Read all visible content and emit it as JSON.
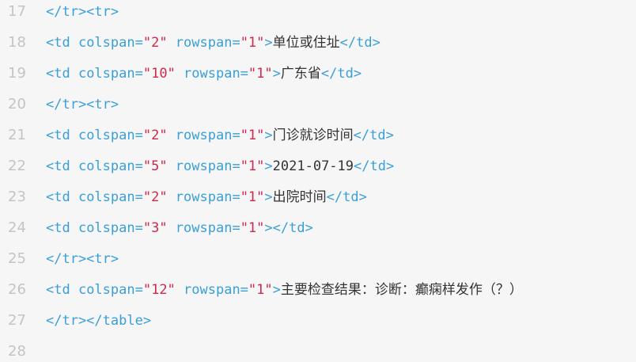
{
  "lines": [
    {
      "num": "17",
      "parts": [
        {
          "t": "tag",
          "s": "</tr><tr>"
        }
      ]
    },
    {
      "num": "18",
      "parts": [
        {
          "t": "tag",
          "s": "<td "
        },
        {
          "t": "attr",
          "s": "colspan="
        },
        {
          "t": "val",
          "s": "\"2\""
        },
        {
          "t": "attr",
          "s": " rowspan="
        },
        {
          "t": "val",
          "s": "\"1\""
        },
        {
          "t": "tag",
          "s": ">"
        },
        {
          "t": "txt-cjk",
          "s": "单位或住址"
        },
        {
          "t": "tag",
          "s": "</td>"
        }
      ]
    },
    {
      "num": "19",
      "parts": [
        {
          "t": "tag",
          "s": "<td "
        },
        {
          "t": "attr",
          "s": "colspan="
        },
        {
          "t": "val",
          "s": "\"10\""
        },
        {
          "t": "attr",
          "s": " rowspan="
        },
        {
          "t": "val",
          "s": "\"1\""
        },
        {
          "t": "tag",
          "s": ">"
        },
        {
          "t": "txt-cjk",
          "s": "广东省"
        },
        {
          "t": "tag",
          "s": "</td>"
        }
      ]
    },
    {
      "num": "20",
      "parts": [
        {
          "t": "tag",
          "s": "</tr><tr>"
        }
      ]
    },
    {
      "num": "21",
      "parts": [
        {
          "t": "tag",
          "s": "<td "
        },
        {
          "t": "attr",
          "s": "colspan="
        },
        {
          "t": "val",
          "s": "\"2\""
        },
        {
          "t": "attr",
          "s": " rowspan="
        },
        {
          "t": "val",
          "s": "\"1\""
        },
        {
          "t": "tag",
          "s": ">"
        },
        {
          "t": "txt-cjk",
          "s": "门诊就诊时间"
        },
        {
          "t": "tag",
          "s": "</td>"
        }
      ]
    },
    {
      "num": "22",
      "parts": [
        {
          "t": "tag",
          "s": "<td "
        },
        {
          "t": "attr",
          "s": "colspan="
        },
        {
          "t": "val",
          "s": "\"5\""
        },
        {
          "t": "attr",
          "s": " rowspan="
        },
        {
          "t": "val",
          "s": "\"1\""
        },
        {
          "t": "tag",
          "s": ">"
        },
        {
          "t": "txt",
          "s": "2021-07-19"
        },
        {
          "t": "tag",
          "s": "</td>"
        }
      ]
    },
    {
      "num": "23",
      "parts": [
        {
          "t": "tag",
          "s": "<td "
        },
        {
          "t": "attr",
          "s": "colspan="
        },
        {
          "t": "val",
          "s": "\"2\""
        },
        {
          "t": "attr",
          "s": " rowspan="
        },
        {
          "t": "val",
          "s": "\"1\""
        },
        {
          "t": "tag",
          "s": ">"
        },
        {
          "t": "txt-cjk",
          "s": "出院时间"
        },
        {
          "t": "tag",
          "s": "</td>"
        }
      ]
    },
    {
      "num": "24",
      "parts": [
        {
          "t": "tag",
          "s": "<td "
        },
        {
          "t": "attr",
          "s": "colspan="
        },
        {
          "t": "val",
          "s": "\"3\""
        },
        {
          "t": "attr",
          "s": " rowspan="
        },
        {
          "t": "val",
          "s": "\"1\""
        },
        {
          "t": "tag",
          "s": "></td>"
        }
      ]
    },
    {
      "num": "25",
      "parts": [
        {
          "t": "tag",
          "s": "</tr><tr>"
        }
      ]
    },
    {
      "num": "26",
      "parts": [
        {
          "t": "tag",
          "s": "<td "
        },
        {
          "t": "attr",
          "s": "colspan="
        },
        {
          "t": "val",
          "s": "\"12\""
        },
        {
          "t": "attr",
          "s": " rowspan="
        },
        {
          "t": "val",
          "s": "\"1\""
        },
        {
          "t": "tag",
          "s": ">"
        },
        {
          "t": "txt-cjk",
          "s": "主要检查结果：诊断：癫痫样发作（？）"
        }
      ]
    },
    {
      "num": "27",
      "parts": [
        {
          "t": "tag",
          "s": "</tr></table>"
        }
      ]
    },
    {
      "num": "28",
      "parts": []
    }
  ],
  "colors": {
    "background": "#f6f6f6",
    "line_number": "#c4c4c4",
    "tag": "#3a9fd8",
    "attribute_value": "#d0284d",
    "text": "#333333"
  }
}
